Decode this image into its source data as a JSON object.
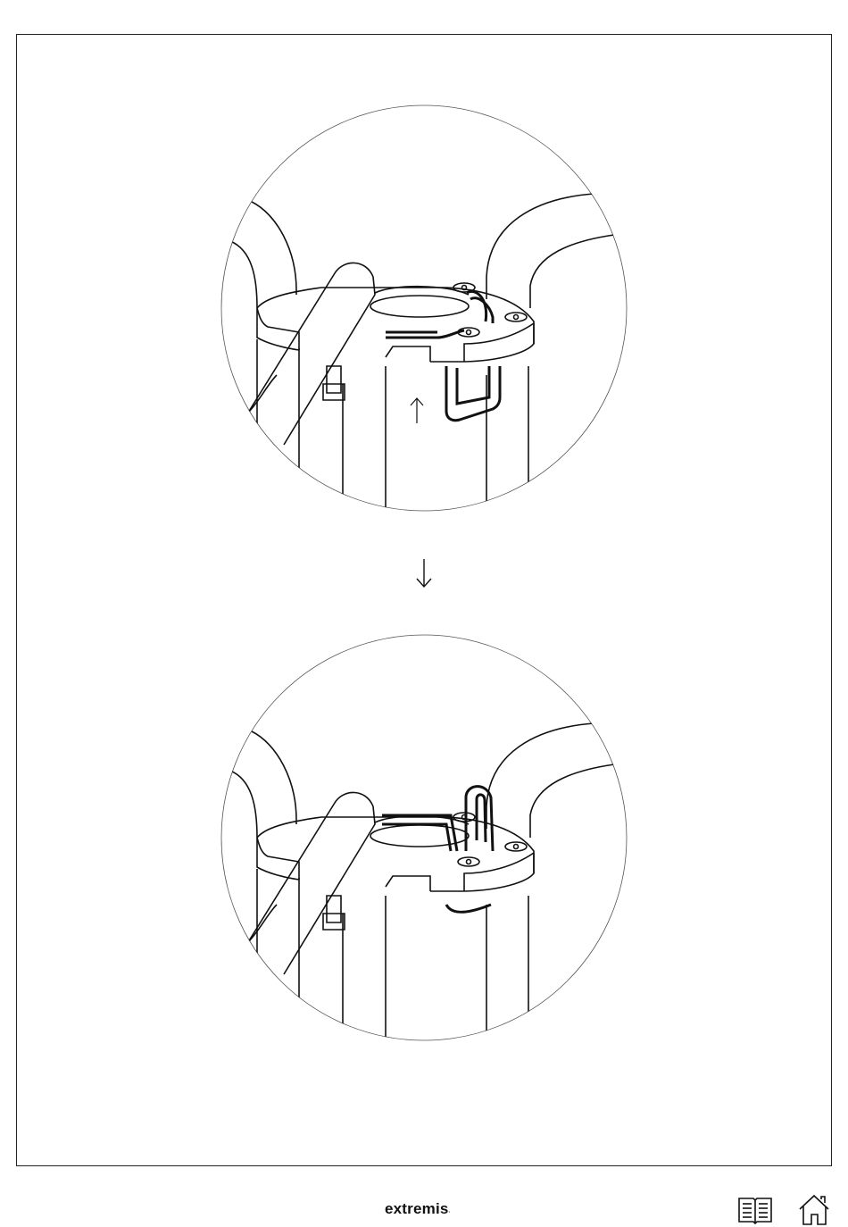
{
  "footer": {
    "brand": "extremis",
    "brand_mark": "·",
    "icons": {
      "manual": "open-book-icon",
      "home": "home-icon"
    }
  },
  "figure": {
    "step_arrow": "down-arrow",
    "motion_arrow": "up-arrow",
    "line_color": "#111111",
    "background": "#ffffff"
  }
}
